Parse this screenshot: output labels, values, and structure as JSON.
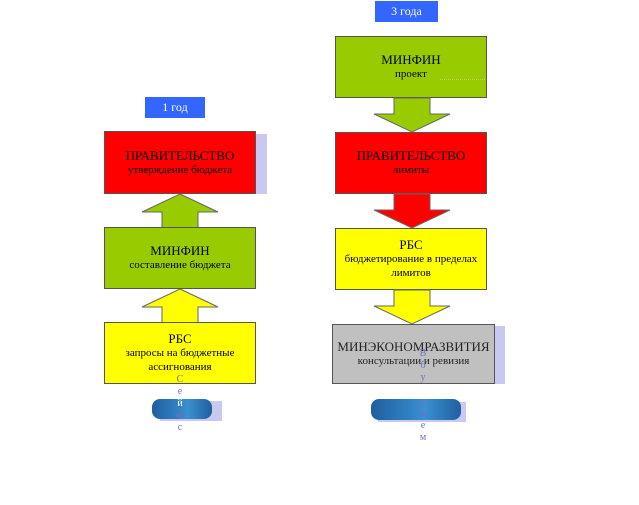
{
  "left": {
    "period": "1 год",
    "boxes": [
      {
        "title": "ПРАВИТЕЛЬСТВО",
        "subtitle": "утверждение бюджета"
      },
      {
        "title": "МИНФИН",
        "subtitle": "составление бюджета"
      },
      {
        "title": "РБС",
        "subtitle": "запросы на бюджетные ассигнования"
      }
    ],
    "vertical_text": [
      "С",
      "е",
      "й",
      "ча",
      "с"
    ]
  },
  "right": {
    "period": "3 года",
    "boxes": [
      {
        "title": "МИНФИН",
        "subtitle": "проект"
      },
      {
        "title": "ПРАВИТЕЛЬСТВО",
        "subtitle": "лимиты"
      },
      {
        "title": "РБС",
        "subtitle": "бюджетирование в пределах лимитов"
      },
      {
        "title": "МИНЭКОНОМРАЗВИТИЯ",
        "subtitle": "консультации и ревизия"
      }
    ],
    "vertical_text": [
      "В",
      "б",
      "у",
      "д",
      "у",
      "щ",
      "е",
      "м"
    ]
  },
  "colors": {
    "red": "#ff0000",
    "green": "#99cc00",
    "yellow": "#ffff00",
    "gray": "#c0c0c0",
    "badge": "#3366ff"
  }
}
